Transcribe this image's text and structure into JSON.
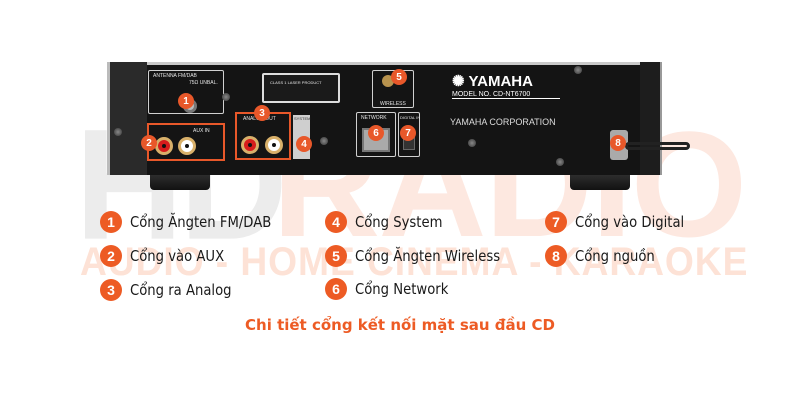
{
  "watermark": {
    "brand_left": "HD",
    "brand_right": "RADIO",
    "tagline": "AUDIO - HOME CINEMA - KARAOKE"
  },
  "device": {
    "brand": "YAMAHA",
    "model": "MODEL NO.  CD-NT6700",
    "corporation": "YAMAHA CORPORATION",
    "labels": {
      "antenna": "ANTENNA  FM/DAB",
      "antenna_sub": "75Ω UNBAL.",
      "aux_in": "AUX IN",
      "analog_out": "ANALOG OUT",
      "system": "SYSTEM",
      "network": "NETWORK",
      "digital_in": "DIGITAL IN",
      "wireless": "WIRELESS",
      "laser_notice": "CLASS 1 LASER PRODUCT"
    },
    "markers": [
      "1",
      "2",
      "3",
      "4",
      "5",
      "6",
      "7",
      "8"
    ]
  },
  "legend": [
    {
      "num": "1",
      "label": "Cổng Ăngten FM/DAB"
    },
    {
      "num": "2",
      "label": "Cổng vào AUX"
    },
    {
      "num": "3",
      "label": "Cổng ra Analog"
    },
    {
      "num": "4",
      "label": "Cổng System"
    },
    {
      "num": "5",
      "label": "Cổng Ăngten Wireless"
    },
    {
      "num": "6",
      "label": "Cổng Network"
    },
    {
      "num": "7",
      "label": "Cổng vào Digital"
    },
    {
      "num": "8",
      "label": "Cổng nguồn"
    }
  ],
  "caption": "Chi tiết cổng kết nối mặt sau đầu CD",
  "colors": {
    "accent": "#ed5b24",
    "device_body": "#141414"
  }
}
